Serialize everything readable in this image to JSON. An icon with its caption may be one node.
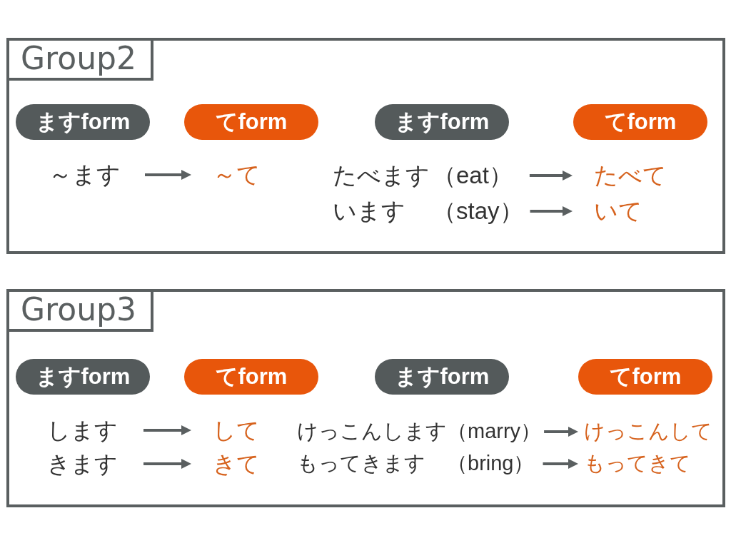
{
  "diagram": {
    "nodes": [
      {
        "text": [
          "Group2"
        ]
      },
      {
        "text": [
          "ますform"
        ],
        "in": 0
      },
      {
        "text": [
          "てform"
        ],
        "in": 0
      },
      {
        "text": [
          "ますform"
        ],
        "in": 0
      },
      {
        "text": [
          "てform"
        ],
        "in": 0
      },
      {
        "text": [
          "～ます"
        ],
        "in": 0
      },
      {
        "text": [
          "～て"
        ],
        "in": 0
      },
      {
        "text": [
          "たべます",
          "（eat）"
        ],
        "in": 0
      },
      {
        "text": [
          "たべて"
        ],
        "in": 0
      },
      {
        "text": [
          "います",
          "（stay）"
        ],
        "in": 0
      },
      {
        "text": [
          "いて"
        ],
        "in": 0
      },
      {
        "text": [
          "Group3"
        ]
      },
      {
        "text": [
          "ますform"
        ],
        "in": 11
      },
      {
        "text": [
          "てform"
        ],
        "in": 11
      },
      {
        "text": [
          "ますform"
        ],
        "in": 11
      },
      {
        "text": [
          "てform"
        ],
        "in": 11
      },
      {
        "text": [
          "します"
        ],
        "in": 11
      },
      {
        "text": [
          "して"
        ],
        "in": 11
      },
      {
        "text": [
          "きます"
        ],
        "in": 11
      },
      {
        "text": [
          "きて"
        ],
        "in": 11
      },
      {
        "text": [
          "けっこんします",
          "（marry）"
        ],
        "in": 11
      },
      {
        "text": [
          "けっこんして"
        ],
        "in": 11
      },
      {
        "text": [
          "もってきます",
          "（bring）"
        ],
        "in": 11
      },
      {
        "text": [
          "もってきて"
        ],
        "in": 11
      }
    ],
    "edges": [
      {
        "from": 5,
        "to": 6,
        "arrow": "to"
      },
      {
        "from": 7,
        "to": 8,
        "arrow": "to"
      },
      {
        "from": 9,
        "to": 10,
        "arrow": "to"
      },
      {
        "from": 16,
        "to": 17,
        "arrow": "to"
      },
      {
        "from": 18,
        "to": 19,
        "arrow": "to"
      },
      {
        "from": 20,
        "to": 21,
        "arrow": "to"
      },
      {
        "from": 22,
        "to": 23,
        "arrow": "to"
      }
    ]
  }
}
